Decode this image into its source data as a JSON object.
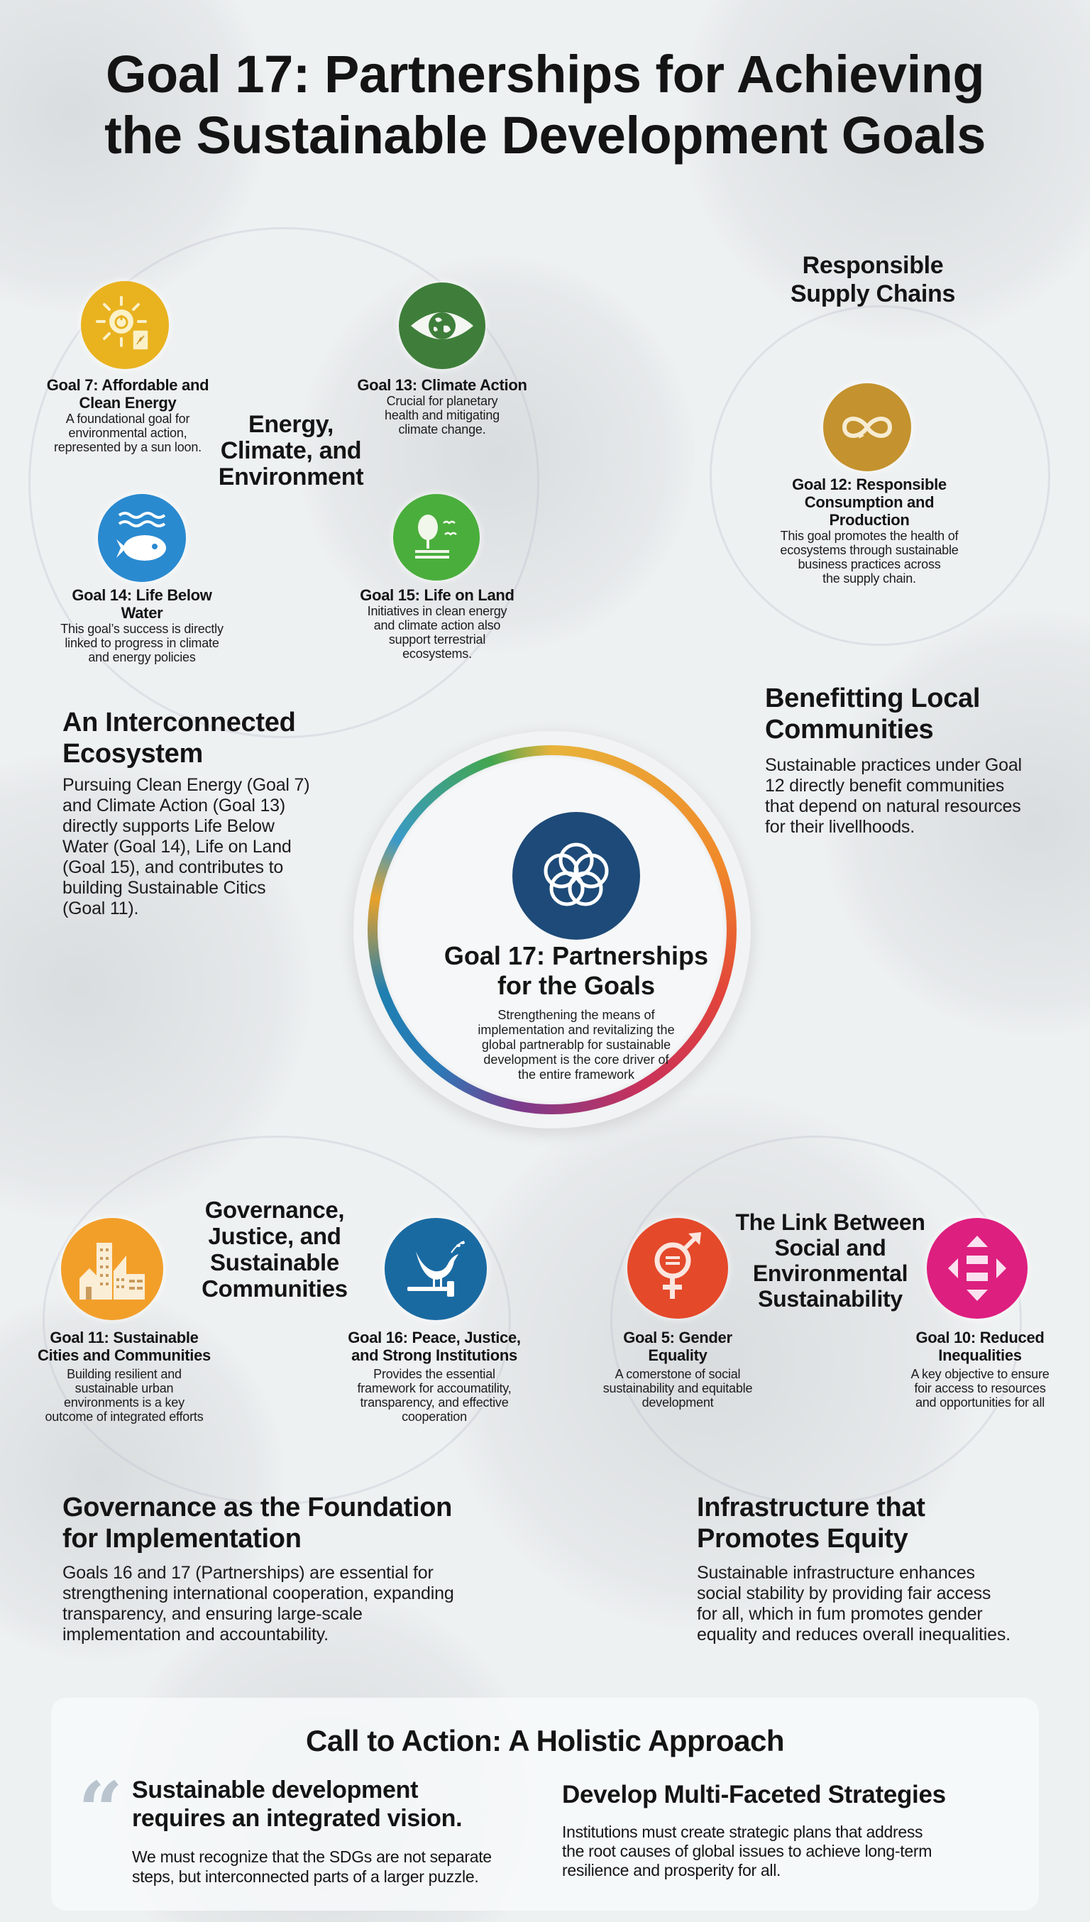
{
  "header": {
    "title_line1": "Goal 17: Partnerships for Achieving",
    "title_line2": "the Sustainable Development Goals"
  },
  "clusters": {
    "energy": {
      "title_lines": [
        "Energy,",
        "Climate, and",
        "Environment"
      ],
      "goals": [
        {
          "id": 7,
          "title_lines": [
            "Goal 7: Affordable and",
            "Clean Energy"
          ],
          "desc_lines": [
            "A foundational goal for",
            "environmental action,",
            "represented by a sun loon."
          ],
          "icon": "sun-power-icon",
          "color": "#e9b21f"
        },
        {
          "id": 13,
          "title_lines": [
            "Goal 13: Climate Action"
          ],
          "desc_lines": [
            "Crucial for planetary",
            "health and mitigating",
            "climate change."
          ],
          "icon": "eye-globe-icon",
          "color": "#3e7e3a"
        },
        {
          "id": 14,
          "title_lines": [
            "Goal 14: Life Below",
            "Water"
          ],
          "desc_lines": [
            "This goal’s success is directly",
            "linked to progress in climate",
            "and energy policies"
          ],
          "icon": "fish-waves-icon",
          "color": "#2a8ad0"
        },
        {
          "id": 15,
          "title_lines": [
            "Goal 15: Life on Land"
          ],
          "desc_lines": [
            "Initiatives in clean energy",
            "and climate action also",
            "support terrestrial",
            "ecosystems."
          ],
          "icon": "tree-birds-icon",
          "color": "#4aae3c"
        }
      ]
    },
    "supply": {
      "title_lines": [
        "Responsible",
        "Supply Chains"
      ],
      "goals": [
        {
          "id": 12,
          "title_lines": [
            "Goal 12: Responsible",
            "Consumption and",
            "Production"
          ],
          "desc_lines": [
            "This goal promotes the health of",
            "ecosystems through sustainable",
            "business practices across",
            "the supply chain."
          ],
          "icon": "infinity-loop-icon",
          "color": "#c4922e"
        }
      ]
    },
    "governance": {
      "title_lines": [
        "Governance,",
        "Justice, and",
        "Sustainable",
        "Communities"
      ],
      "goals": [
        {
          "id": 11,
          "title_lines": [
            "Goal 11: Sustainable",
            "Cities and Communities"
          ],
          "desc_lines": [
            "Building resilient and",
            "sustainable urban",
            "environments is a key",
            "outcome of integrated efforts"
          ],
          "icon": "city-buildings-icon",
          "color": "#f29f2a"
        },
        {
          "id": 16,
          "title_lines": [
            "Goal 16: Peace, Justice,",
            "and Strong Institutions"
          ],
          "desc_lines": [
            "Provides the essential",
            "framework for accoumatility,",
            "transparency, and effective",
            "cooperation"
          ],
          "icon": "dove-gavel-icon",
          "color": "#1a6aa2"
        }
      ]
    },
    "social": {
      "title_lines": [
        "The Link Between",
        "Social and",
        "Environmental",
        "Sustainability"
      ],
      "goals": [
        {
          "id": 5,
          "title_lines": [
            "Goal 5: Gender",
            "Equality"
          ],
          "desc_lines": [
            "A comerstone of social",
            "sustainability and equitable",
            "development"
          ],
          "icon": "gender-equality-icon",
          "color": "#e4492a"
        },
        {
          "id": 10,
          "title_lines": [
            "Goal 10: Reduced",
            "Inequalities"
          ],
          "desc_lines": [
            "A key objective to ensure",
            "foir access to resources",
            "and opportunities for all"
          ],
          "icon": "reduced-inequalities-icon",
          "color": "#dd1f7f"
        }
      ]
    }
  },
  "hub": {
    "title_lines": [
      "Goal 17: Partnerships",
      "for the Goals"
    ],
    "desc_lines": [
      "Strengthening the means of",
      "implementation and revitalizing the",
      "global partnerablp for sustainable",
      "development is the core driver of",
      "the entire framework"
    ],
    "icon": "interlocking-rings-icon",
    "color": "#1d4a78"
  },
  "sections": {
    "interconnected": {
      "title_lines": [
        "An Interconnected",
        "Ecosystem"
      ],
      "body_lines": [
        "Pursuing Clean Energy (Goal 7)",
        "and Climate Action (Goal 13)",
        "directly supports Life Below",
        "Water (Goal 14), Life on Land",
        "(Goal 15), and contributes to",
        "building Sustainable Citics",
        "(Goal 11)."
      ]
    },
    "communities": {
      "title_lines": [
        "Benefitting Local",
        "Communities"
      ],
      "body_lines": [
        "Sustainable practices under Goal",
        "12 directly benefit communities",
        "that depend on natural resources",
        "for their livellhoods."
      ]
    },
    "governance_foundation": {
      "title_lines": [
        "Governance as the Foundation",
        "for Implementation"
      ],
      "body_lines": [
        "Goals 16 and 17 (Partnerships) are essential for",
        "strengthening international cooperation, expanding",
        "transparency, and ensuring large-scale",
        "implementation and accountability."
      ]
    },
    "infrastructure": {
      "title_lines": [
        "Infrastructure that",
        "Promotes Equity"
      ],
      "body_lines": [
        "Sustainable infrastructure enhances",
        "social stability by providing fair access",
        "for all, which in fum promotes gender",
        "equality and reduces overall inequalities."
      ]
    }
  },
  "cta": {
    "title": "Call to Action: A Holistic Approach",
    "quote_mark": "“",
    "left": {
      "head_lines": [
        "Sustainable development",
        "requires an integrated vision."
      ],
      "body_lines": [
        "We must recognize that the SDGs are not separate",
        "steps, but interconnected parts of a larger puzzle."
      ]
    },
    "right": {
      "head": "Develop Multi-Faceted Strategies",
      "body_lines": [
        "Institutions must create strategic plans that address",
        "the root causes of global issues to achieve long-term",
        "resilience and prosperity for all."
      ]
    }
  }
}
